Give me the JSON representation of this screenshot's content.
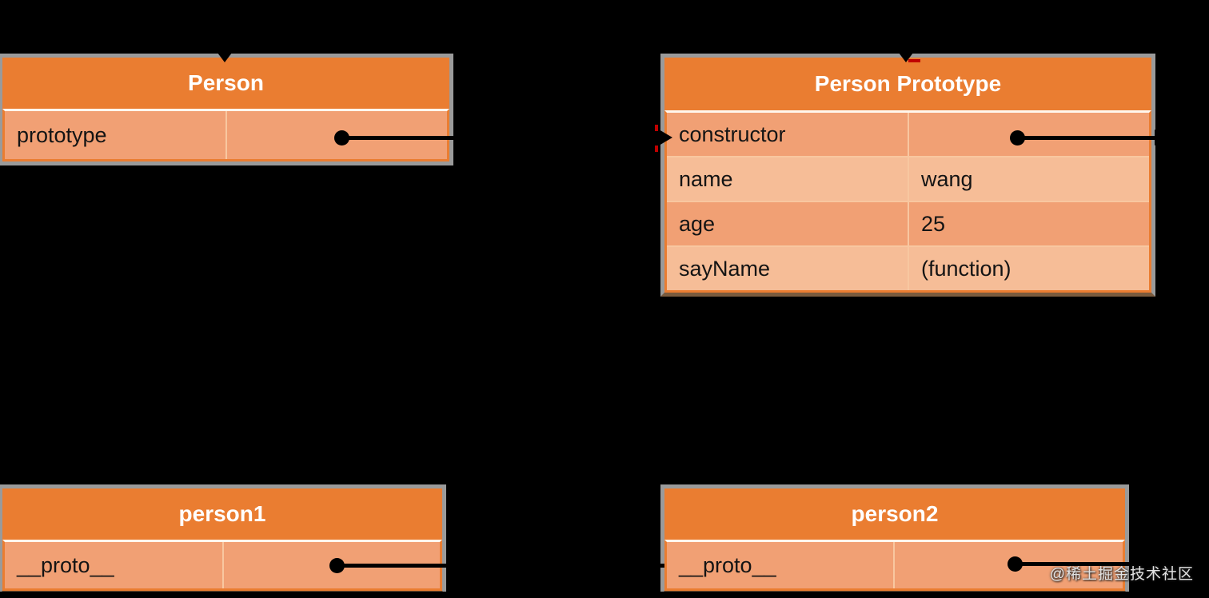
{
  "tables": {
    "person": {
      "title": "Person",
      "rows": [
        {
          "label": "prototype",
          "value": ""
        }
      ]
    },
    "person_prototype": {
      "title": "Person Prototype",
      "rows": [
        {
          "label": "constructor",
          "value": ""
        },
        {
          "label": "name",
          "value": "wang"
        },
        {
          "label": "age",
          "value": "25"
        },
        {
          "label": "sayName",
          "value": "(function)"
        }
      ]
    },
    "person1": {
      "title": "person1",
      "rows": [
        {
          "label": "__proto__",
          "value": ""
        }
      ]
    },
    "person2": {
      "title": "person2",
      "rows": [
        {
          "label": "__proto__",
          "value": ""
        }
      ]
    }
  },
  "watermark": {
    "text": "@稀土掘金技术社区"
  },
  "colors": {
    "background": "#000000",
    "header_orange": "#ea7d31",
    "row_band_dark": "#f1a074",
    "row_band_light": "#f6bd97",
    "table_outline_gray": "#9a9a9a",
    "divider_peach": "#f8c7a0",
    "connector_black": "#000000",
    "red_mark": "#c00000",
    "header_text": "#ffffff",
    "cell_text": "#141414"
  }
}
